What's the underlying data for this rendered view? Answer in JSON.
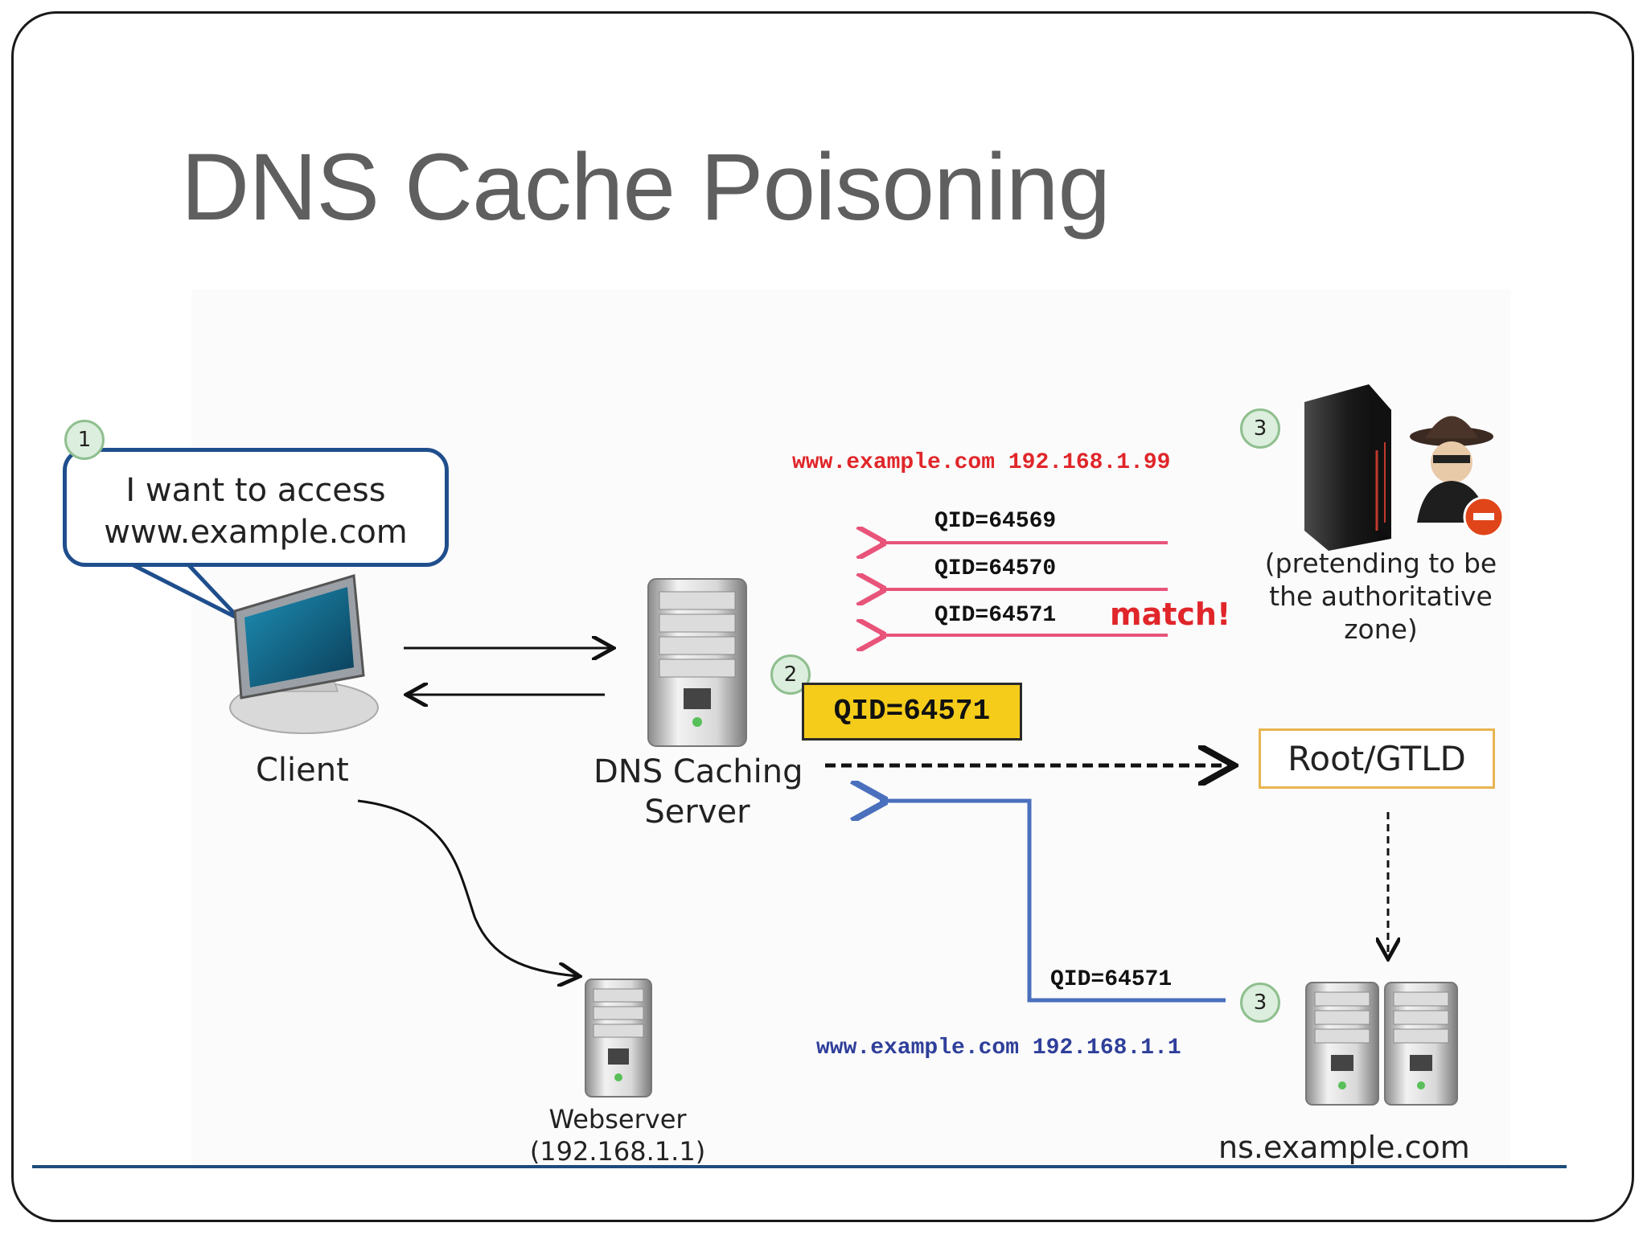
{
  "title": "DNS Cache Poisoning",
  "steps": {
    "step1": "1",
    "step2": "2",
    "step3_attacker": "3",
    "step3_ns": "3"
  },
  "bubble": {
    "line1": "I want to access",
    "line2": "www.example.com"
  },
  "nodes": {
    "client": "Client",
    "dns_server_line1": "DNS Caching",
    "dns_server_line2": "Server",
    "webserver_line1": "Webserver",
    "webserver_line2": "(192.168.1.1)",
    "ns": "ns.example.com",
    "root": "Root/GTLD"
  },
  "attacker": {
    "spoofed_record": "www.example.com 192.168.1.99",
    "caption_line1": "(pretending to be",
    "caption_line2": "the authoritative",
    "caption_line3": "zone)"
  },
  "qids": {
    "spoof1": "QID=64569",
    "spoof2": "QID=64570",
    "spoof3": "QID=64571",
    "match": "match!",
    "query": "QID=64571",
    "legit": "QID=64571"
  },
  "legit_record": "www.example.com 192.168.1.1",
  "colors": {
    "title": "#5f5f5f",
    "spoof_arrow": "#e8547a",
    "spoof_text": "#e0262a",
    "legit_arrow": "#4a6fbd",
    "legit_text": "#2f3f9a",
    "qid_box": "#f5cc1a",
    "root_border": "#e8b450",
    "bubble_border": "#1f4e8c",
    "footer_line": "#1d4d7a"
  }
}
